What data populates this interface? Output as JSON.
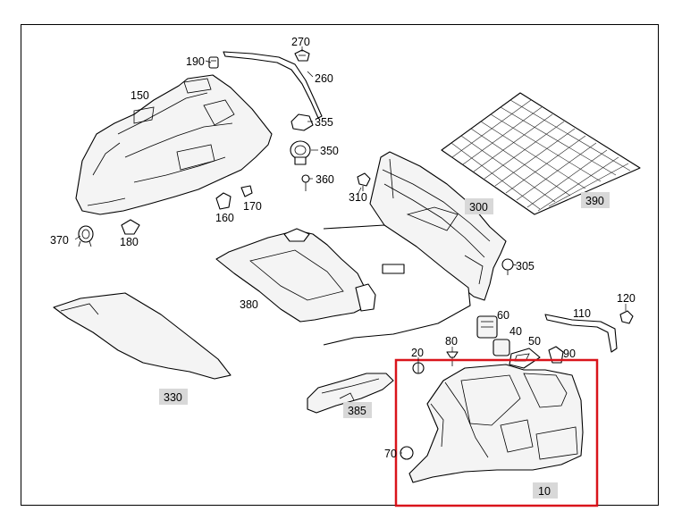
{
  "diagram": {
    "callouts": [
      {
        "id": "270",
        "text": "270"
      },
      {
        "id": "190",
        "text": "190"
      },
      {
        "id": "260",
        "text": "260"
      },
      {
        "id": "150",
        "text": "150"
      },
      {
        "id": "355",
        "text": "355"
      },
      {
        "id": "350",
        "text": "350"
      },
      {
        "id": "360",
        "text": "360"
      },
      {
        "id": "160",
        "text": "160"
      },
      {
        "id": "170",
        "text": "170"
      },
      {
        "id": "370",
        "text": "370"
      },
      {
        "id": "180",
        "text": "180"
      },
      {
        "id": "310",
        "text": "310"
      },
      {
        "id": "300",
        "text": "300"
      },
      {
        "id": "390",
        "text": "390"
      },
      {
        "id": "305",
        "text": "305"
      },
      {
        "id": "380",
        "text": "380"
      },
      {
        "id": "120",
        "text": "120"
      },
      {
        "id": "110",
        "text": "110"
      },
      {
        "id": "60",
        "text": "60"
      },
      {
        "id": "40",
        "text": "40"
      },
      {
        "id": "50",
        "text": "50"
      },
      {
        "id": "80",
        "text": "80"
      },
      {
        "id": "20",
        "text": "20"
      },
      {
        "id": "90",
        "text": "90"
      },
      {
        "id": "330",
        "text": "330"
      },
      {
        "id": "385",
        "text": "385"
      },
      {
        "id": "70",
        "text": "70"
      },
      {
        "id": "10",
        "text": "10"
      }
    ],
    "highlighted_part": "10",
    "highlight_color": "#d9141b",
    "label_tag_color": "#d8d8d8"
  }
}
